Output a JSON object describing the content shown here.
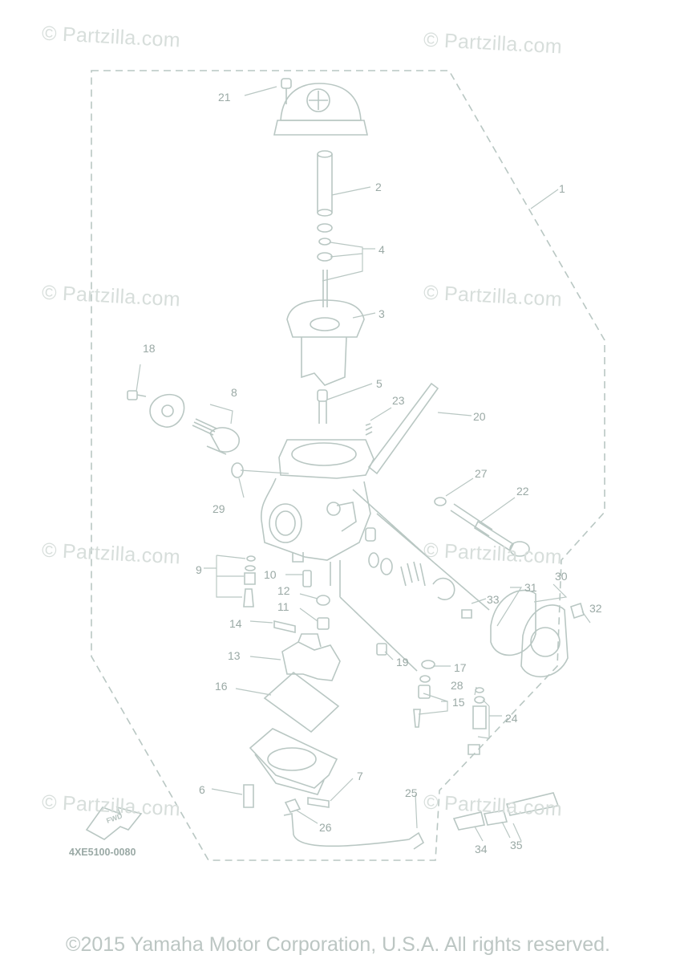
{
  "diagram": {
    "reference_code": "4XE5100-0080",
    "copyright": "©2015 Yamaha Motor Corporation, U.S.A. All rights reserved.",
    "watermark_text": "© Partzilla.com",
    "fwd_label": "FWD",
    "callouts": [
      "1",
      "2",
      "3",
      "4",
      "5",
      "6",
      "7",
      "8",
      "9",
      "10",
      "11",
      "12",
      "13",
      "14",
      "15",
      "16",
      "17",
      "18",
      "19",
      "20",
      "21",
      "22",
      "23",
      "24",
      "25",
      "26",
      "27",
      "28",
      "29",
      "30",
      "31",
      "32",
      "33",
      "34",
      "35"
    ],
    "colors": {
      "line": "#b9c7c3",
      "text": "#9aa9a5",
      "watermark": "#d7dedb"
    }
  }
}
